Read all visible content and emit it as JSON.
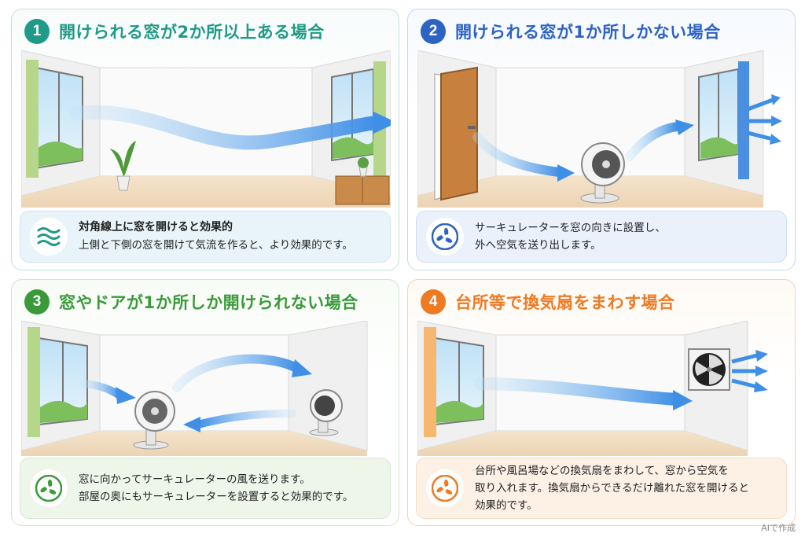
{
  "cards": [
    {
      "number": "1",
      "title": "開けられる窓が2か所以上ある場合",
      "color": "#1f9a86",
      "line1": "対角線上に窓を開けると効果的",
      "line2": "上側と下側の窓を開けて気流を作ると、より効果的です。",
      "icon": "wind-waves-icon"
    },
    {
      "number": "2",
      "title": "開けられる窓が1か所しかない場合",
      "color": "#2c63c4",
      "line1": "サーキュレーターを窓の向きに設置し、",
      "line2": "外へ空気を送り出します。",
      "icon": "fan-icon"
    },
    {
      "number": "3",
      "title": "窓やドアが1か所しか開けられない場合",
      "color": "#3a9a3a",
      "line1": "窓に向かってサーキュレーターの風を送ります。",
      "line2": "部屋の奥にもサーキュレーターを設置すると効果的です。",
      "icon": "fan-icon"
    },
    {
      "number": "4",
      "title": "台所等で換気扇をまわす場合",
      "color": "#ee7a22",
      "line1": "台所や風呂場などの換気扇をまわして、窓から空気を",
      "line2": "取り入れます。換気扇からできるだけ離れた窓を開けると",
      "line3": "効果的です。",
      "icon": "fan-icon"
    }
  ],
  "footnote": "AIで作成"
}
